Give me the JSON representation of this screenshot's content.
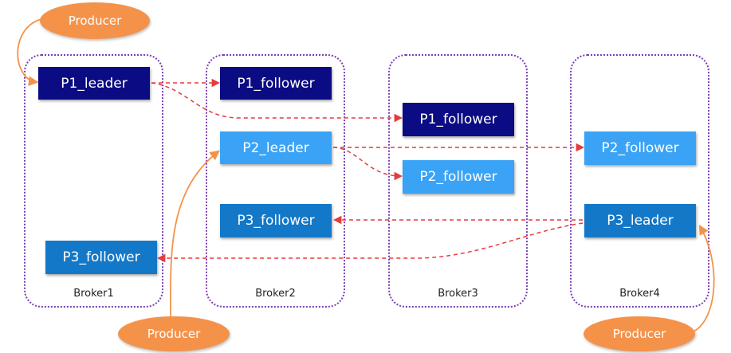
{
  "colors": {
    "dark": "#0b0b83",
    "light": "#3aa3f5",
    "mid": "#1478c8",
    "producer": "#f5924a",
    "replica_arrow": "#e63b3b",
    "producer_arrow": "#f5924a"
  },
  "brokers": [
    {
      "label": "Broker1"
    },
    {
      "label": "Broker2"
    },
    {
      "label": "Broker3"
    },
    {
      "label": "Broker4"
    }
  ],
  "partitions": {
    "b1_p1_leader": "P1_leader",
    "b1_p3_follower": "P3_follower",
    "b2_p1_follower": "P1_follower",
    "b2_p2_leader": "P2_leader",
    "b2_p3_follower": "P3_follower",
    "b3_p1_follower": "P1_follower",
    "b3_p2_follower": "P2_follower",
    "b4_p2_follower": "P2_follower",
    "b4_p3_leader": "P3_leader"
  },
  "producers": [
    "Producer",
    "Producer",
    "Producer"
  ]
}
